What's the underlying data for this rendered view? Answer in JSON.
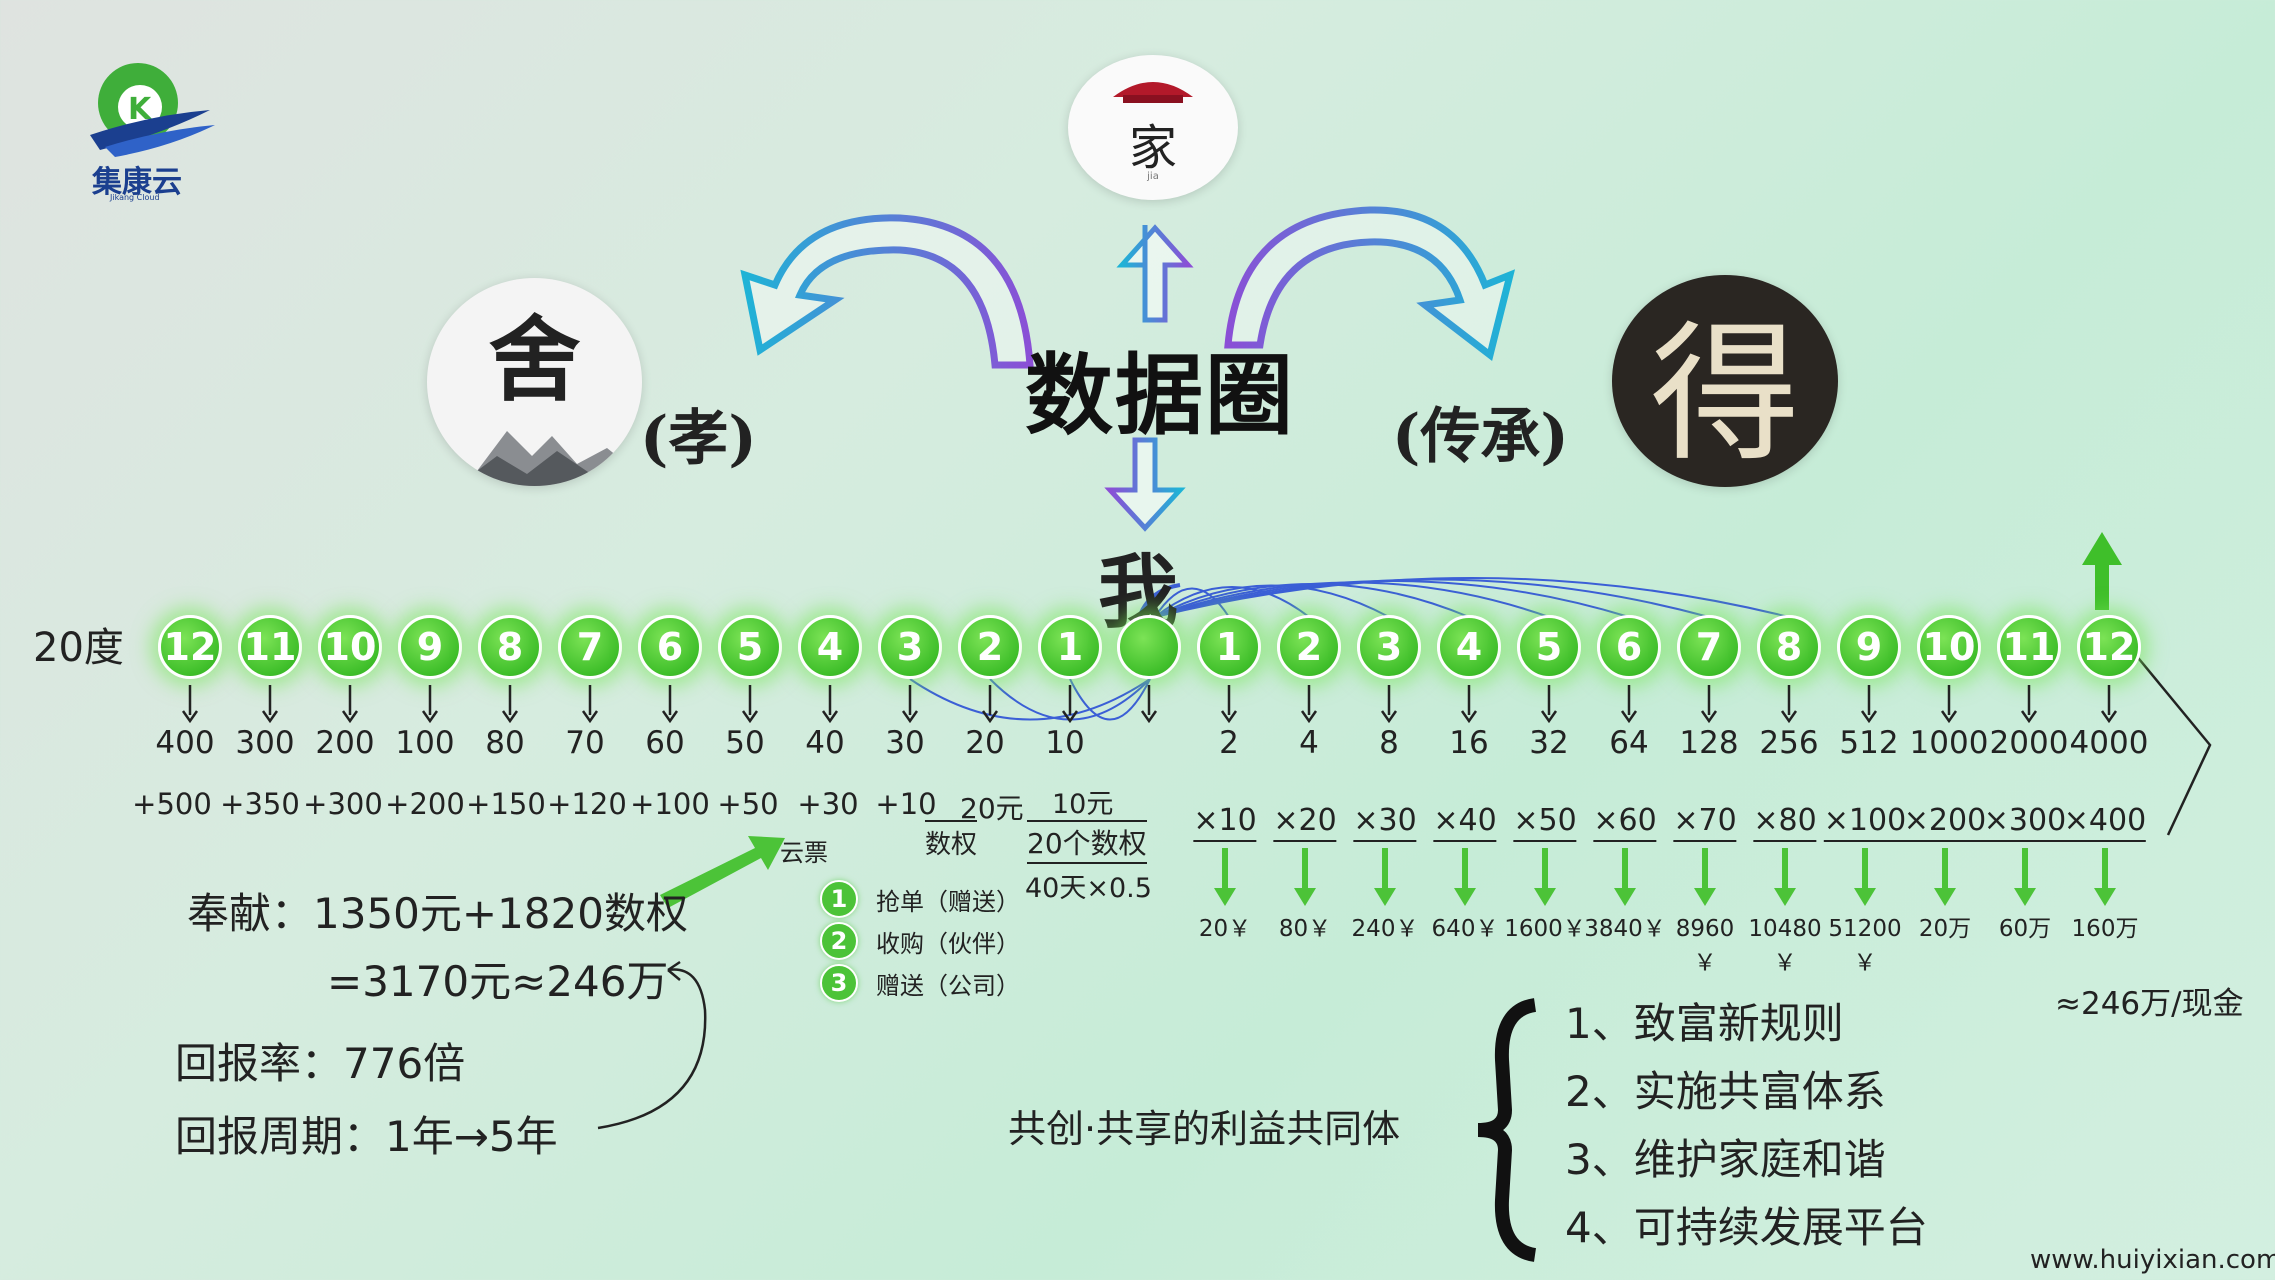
{
  "logo": {
    "name": "集康云",
    "sub": "Jikang Cloud"
  },
  "center": {
    "title": "数据圈",
    "me": "我",
    "jia_char": "家",
    "jia_pinyin": "jia",
    "she_char": "舍",
    "de_char": "得",
    "left_label": "(孝)",
    "right_label": "(传承)"
  },
  "timeline": {
    "degree_label": "20度",
    "left_nodes": [
      "12",
      "11",
      "10",
      "9",
      "8",
      "7",
      "6",
      "5",
      "4",
      "3",
      "2",
      "1"
    ],
    "left_values": [
      "400",
      "300",
      "200",
      "100",
      "80",
      "70",
      "60",
      "50",
      "40",
      "30",
      "20",
      "10"
    ],
    "left_plus": [
      "+500",
      "+350",
      "+300",
      "+200",
      "+150",
      "+120",
      "+100",
      "+50",
      "+30",
      "+10"
    ],
    "right_nodes": [
      "1",
      "2",
      "3",
      "4",
      "5",
      "6",
      "7",
      "8",
      "9",
      "10",
      "11",
      "12"
    ],
    "right_values": [
      "2",
      "4",
      "8",
      "16",
      "32",
      "64",
      "128",
      "256",
      "512",
      "1000",
      "2000",
      "4000"
    ],
    "right_mult": [
      "×10",
      "×20",
      "×30",
      "×40",
      "×50",
      "×60",
      "×70",
      "×80",
      "×100",
      "×200",
      "×300",
      "×400"
    ],
    "right_yen": [
      "20￥",
      "80￥",
      "240￥",
      "640￥",
      "1600￥",
      "3840￥",
      "8960\n￥",
      "10480\n￥",
      "51200\n￥",
      "20万",
      "60万",
      "160万"
    ]
  },
  "notes": {
    "yunpiao": "云票",
    "shuquan": "数权",
    "twenty_yuan": "20元",
    "ten_yuan": "10元",
    "twenty_shuquan": "20个数权",
    "forty_days": "40天×0.5",
    "cash_total": "≈246万/现金"
  },
  "legend": [
    {
      "num": "1",
      "text": "抢单（赠送）"
    },
    {
      "num": "2",
      "text": "收购（伙伴）"
    },
    {
      "num": "3",
      "text": "赠送（公司）"
    }
  ],
  "summary": {
    "contribution": "奉献：1350元+1820数权",
    "total": "=3170元≈246万",
    "return_rate": "回报率：776倍",
    "return_period": "回报周期：1年→5年"
  },
  "community": {
    "label": "共创·共享的利益共同体",
    "items": [
      "1、致富新规则",
      "2、实施共富体系",
      "3、维护家庭和谐",
      "4、可持续发展平台"
    ]
  },
  "footer": {
    "url": "www.huiyixian.com"
  },
  "colors": {
    "node_green": "#3fbf2a",
    "arrow_blue": "#2a8fd8",
    "arrow_purple": "#8b4fd6",
    "link_blue": "#3b5fd6"
  }
}
